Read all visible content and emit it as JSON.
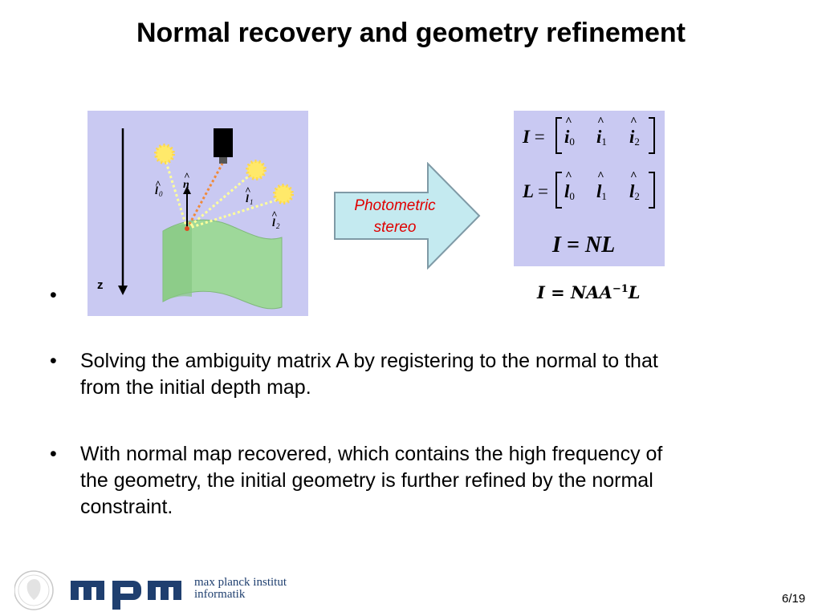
{
  "slide": {
    "title": "Normal recovery and geometry refinement",
    "page_number": "6/19"
  },
  "figure": {
    "labels": {
      "l0": "l",
      "l0_sub": "0",
      "n": "n",
      "l1": "l",
      "l1_sub": "1",
      "l2": "l",
      "l2_sub": "2",
      "z": "z"
    }
  },
  "arrow": {
    "line1": "Photometric",
    "line2": "stereo"
  },
  "equations": {
    "I_lhs": "I",
    "L_lhs": "L",
    "equals": "=",
    "i_terms": [
      "i",
      "i",
      "i"
    ],
    "l_terms": [
      "l",
      "l",
      "l"
    ],
    "subs": [
      "0",
      "1",
      "2"
    ],
    "nl": "I = NL",
    "naal_main": "I = NAA",
    "naal_sup": "−1",
    "naal_tail": "L"
  },
  "bullets": {
    "empty_marker": "•",
    "items": [
      {
        "marker": "•",
        "line1": "Solving the ambiguity matrix A by registering to the normal to that",
        "line2": "from the initial depth map."
      },
      {
        "marker": "•",
        "line1": "With normal map recovered, which contains the high frequency of",
        "line2": "the geometry, the initial geometry is further refined by the normal",
        "line3": "constraint."
      }
    ]
  },
  "footer": {
    "logo_letters": "mpi",
    "institute_line1": "max planck institut",
    "institute_line2": "informatik"
  },
  "colors": {
    "figure_bg": "#c9c9f2",
    "arrow_fill": "#c4eaf0",
    "arrow_stroke": "#7f9aa6",
    "arrow_text": "#e00000",
    "surface": "#9ed89a",
    "logo": "#1f3f6f"
  }
}
